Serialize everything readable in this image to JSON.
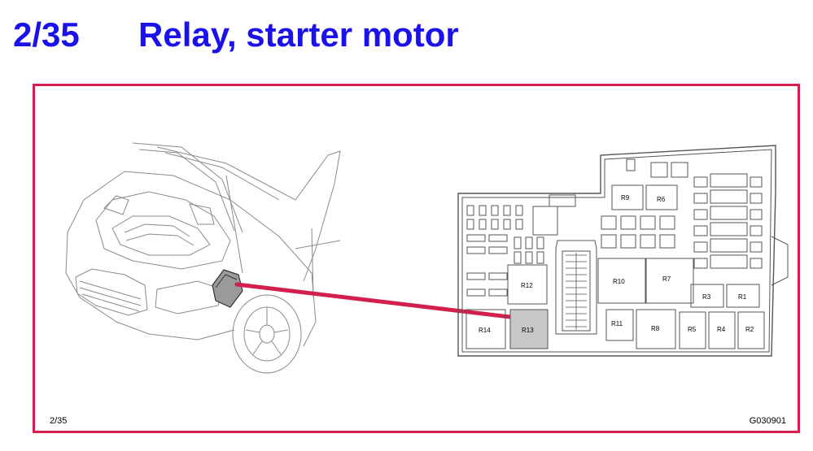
{
  "header": {
    "code": "2/35",
    "title": "Relay, starter motor"
  },
  "footer": {
    "page_ref": "2/35",
    "figure_id": "G030901"
  },
  "colors": {
    "title": "#1a12e8",
    "frame": "#d21f4d",
    "pointer_line": "#d21f4d",
    "highlight_relay": "#c8c8c8"
  },
  "relays": {
    "r1": "R1",
    "r2": "R2",
    "r3": "R3",
    "r4": "R4",
    "r5": "R5",
    "r6": "R6",
    "r7": "R7",
    "r8": "R8",
    "r9": "R9",
    "r10": "R10",
    "r11": "R11",
    "r12": "R12",
    "r13": "R13",
    "r14": "R14"
  }
}
